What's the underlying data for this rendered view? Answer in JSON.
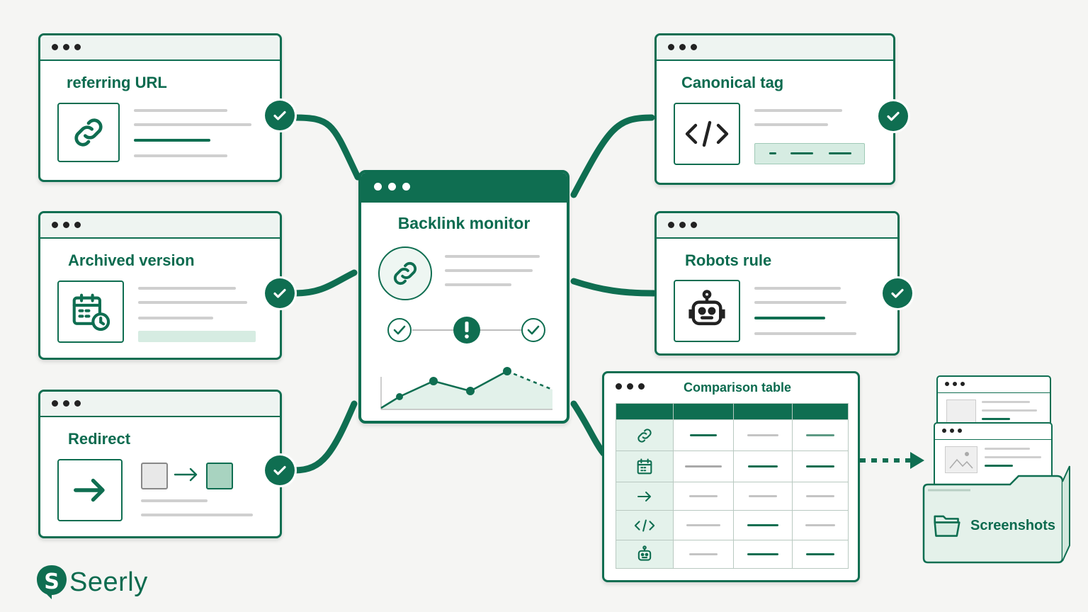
{
  "cards": {
    "referring_url": "referring URL",
    "archived_version": "Archived version",
    "redirect": "Redirect",
    "canonical_tag": "Canonical tag",
    "robots_rule": "Robots rule"
  },
  "center": {
    "title": "Backlink monitor"
  },
  "comparison": {
    "title": "Comparison table",
    "rows": [
      "link-icon",
      "calendar-icon",
      "arrow-right-icon",
      "code-icon",
      "robot-icon"
    ]
  },
  "folder": {
    "label": "Screenshots"
  },
  "brand": {
    "name": "Seerly"
  },
  "colors": {
    "accent": "#0f6e51",
    "light": "#d6ece2",
    "bg": "#f5f5f3"
  }
}
